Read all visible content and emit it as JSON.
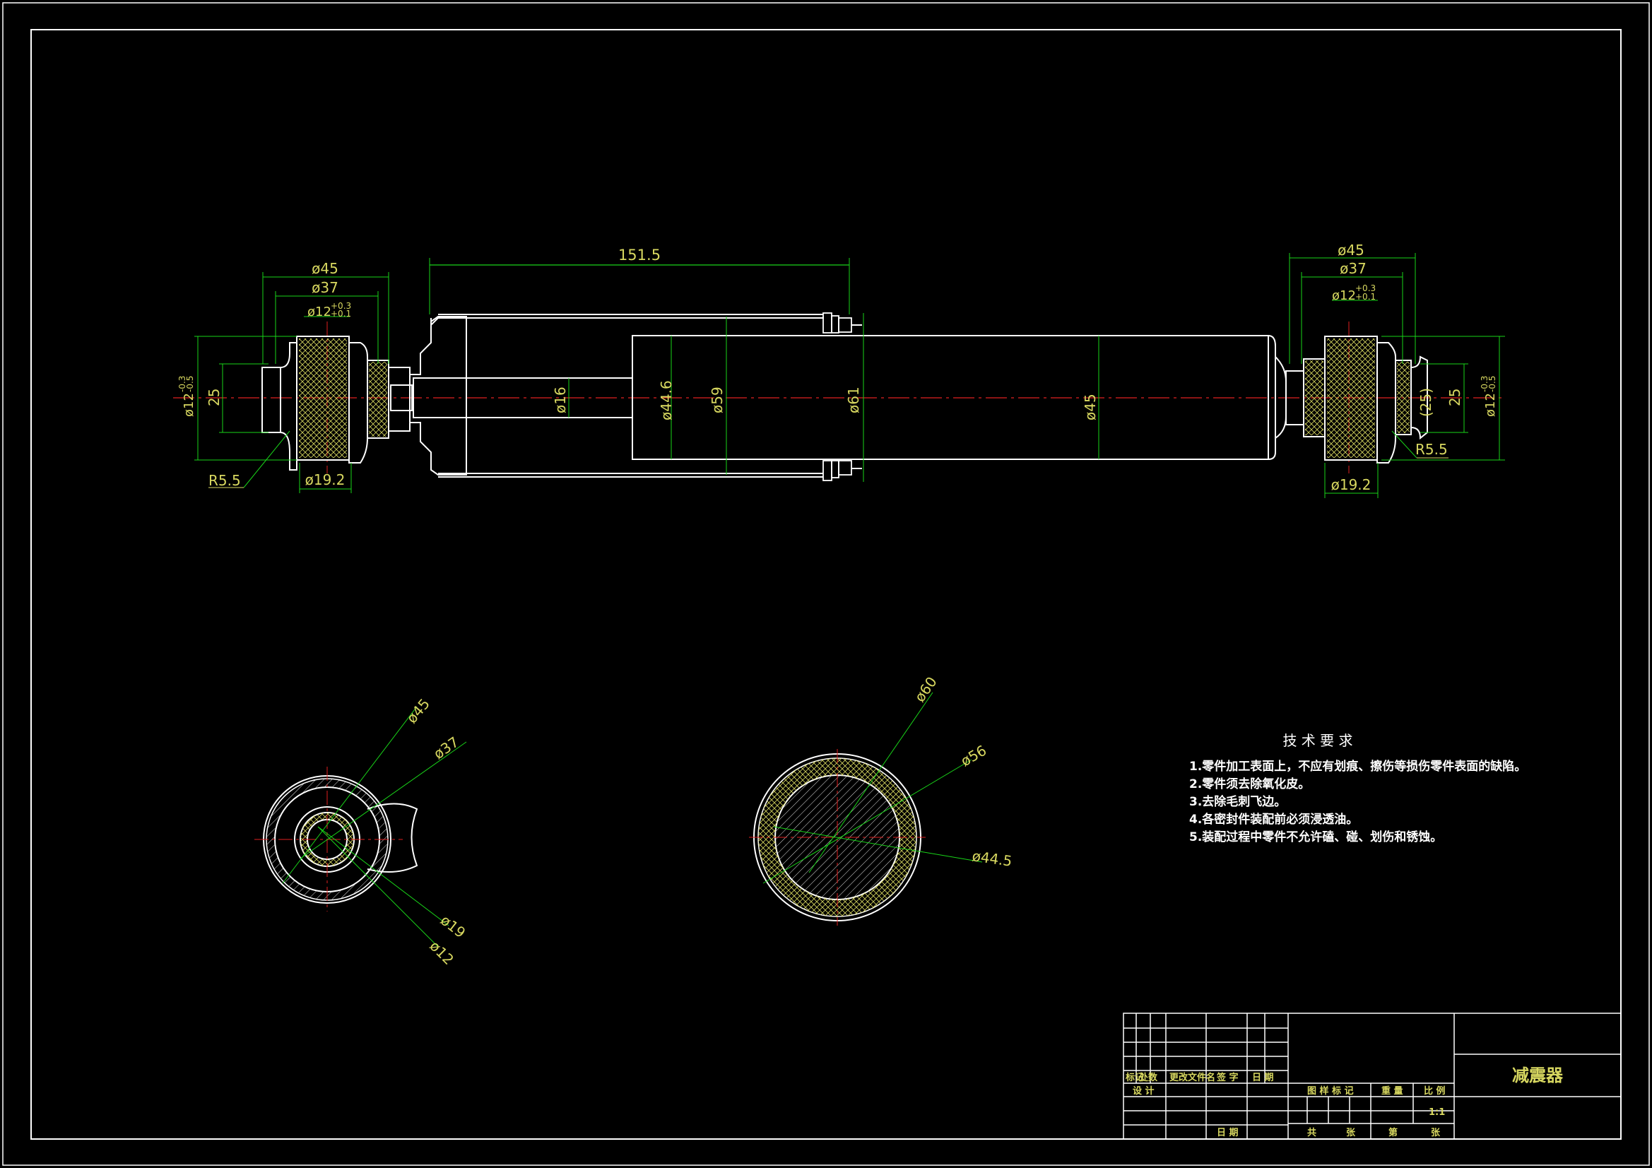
{
  "drawing": {
    "top_view": {
      "overall_length_label": "151.5",
      "left_eye": {
        "d45": "ø45",
        "d37": "ø37",
        "d12_label": "ø12",
        "d12_tol_upper": "+0.3",
        "d12_tol_lower": "+0.1",
        "side_d12": "ø12",
        "side_tol_upper": "-0.3",
        "side_tol_lower": "-0.5",
        "width_25": "25",
        "radius": "R5.5",
        "d19_2": "ø19.2"
      },
      "right_eye": {
        "d45": "ø45",
        "d37": "ø37",
        "d12_label": "ø12",
        "d12_tol_upper": "+0.3",
        "d12_tol_lower": "+0.1",
        "side_d12": "ø12",
        "side_tol_upper": "-0.3",
        "side_tol_lower": "-0.5",
        "width_25": "25",
        "ref_25": "(25)",
        "radius": "R5.5",
        "d19_2": "ø19.2"
      },
      "body_dims": {
        "rod": "ø16",
        "inner": "ø44.6",
        "d59": "ø59",
        "d61": "ø61",
        "d45": "ø45"
      }
    },
    "left_section": {
      "d45": "ø45",
      "d37": "ø37",
      "d19": "ø19",
      "d12": "ø12"
    },
    "right_section": {
      "d60": "ø60",
      "d56": "ø56",
      "d44_5": "ø44.5"
    }
  },
  "tech_requirements": {
    "title": "技 术 要 求",
    "items": [
      "1.零件加工表面上，不应有划痕、擦伤等损伤零件表面的缺陷。",
      "2.零件须去除氧化皮。",
      "3.去除毛刺飞边。",
      "4.各密封件装配前必须浸透油。",
      "5.装配过程中零件不允许磕、碰、划伤和锈蚀。"
    ]
  },
  "title_block": {
    "part_name": "减震器",
    "header_cells": [
      "标记",
      "处数",
      "更改文件名",
      "签 字",
      "日 期"
    ],
    "design": "设 计",
    "date": "日 期",
    "drawing_mark": "图 样 标 记",
    "weight": "重 量",
    "scale_label": "比 例",
    "scale_value": "1:1",
    "total": "共",
    "sheet_word": "张",
    "page_word": "第",
    "sheet_word2": "张"
  },
  "colors": {
    "background": "#000000",
    "outline": "#ffffff",
    "dimension": "#19d419",
    "centerline": "#e02020",
    "text": "#d8d860"
  }
}
